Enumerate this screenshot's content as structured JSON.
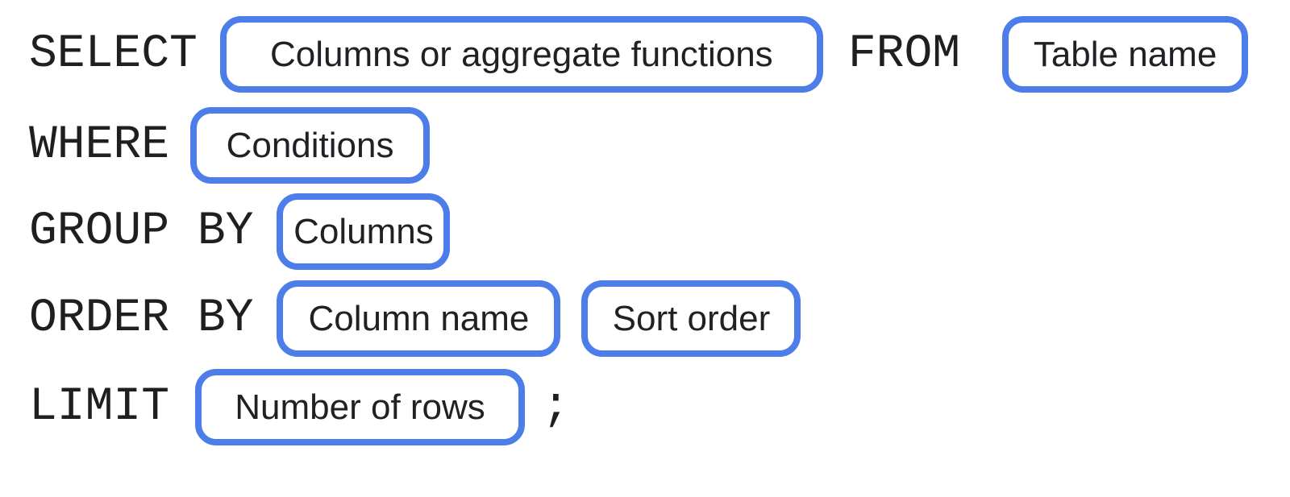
{
  "figure": {
    "accent_color": "#4d7de8",
    "text_color": "#1f1f1f",
    "rows": {
      "select": {
        "keyword1": "SELECT",
        "placeholder1": "Columns or aggregate functions",
        "keyword2": "FROM",
        "placeholder2": "Table name"
      },
      "where": {
        "keyword1": "WHERE",
        "placeholder1": "Conditions"
      },
      "group_by": {
        "keyword1": "GROUP BY",
        "placeholder1": "Columns"
      },
      "order_by": {
        "keyword1": "ORDER BY",
        "placeholder1": "Column name",
        "placeholder2": "Sort order"
      },
      "limit": {
        "keyword1": "LIMIT",
        "placeholder1": "Number of rows",
        "terminator": ";"
      }
    }
  }
}
